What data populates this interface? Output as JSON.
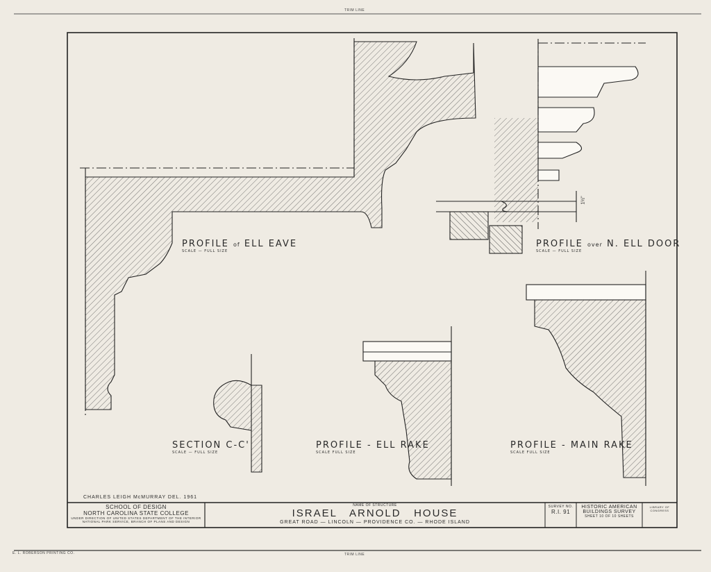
{
  "trim_line_label": "TRIM LINE",
  "printer_note": "E. L. ROBERSON PRINTING CO.",
  "drawings": {
    "ell_eave": {
      "title": "PROFILE",
      "connector": "of",
      "subject": "ELL EAVE",
      "scale": "SCALE — FULL SIZE"
    },
    "ell_door": {
      "title": "PROFILE",
      "connector": "over",
      "subject": "N. ELL DOOR",
      "scale": "SCALE — FULL SIZE",
      "dimension": "1½\""
    },
    "section": {
      "title": "SECTION C-C'",
      "scale": "SCALE — FULL SIZE"
    },
    "ell_rake": {
      "title": "PROFILE - ELL RAKE",
      "scale": "SCALE   FULL SIZE"
    },
    "main_rake": {
      "title": "PROFILE - MAIN RAKE",
      "scale": "SCALE   FULL SIZE"
    }
  },
  "title_block": {
    "delineator": "CHARLES LEIGH McMURRAY   DEL. 1961",
    "school": "SCHOOL OF DESIGN",
    "college": "NORTH CAROLINA STATE COLLEGE",
    "direction": "UNDER DIRECTION OF UNITED STATES DEPARTMENT OF THE INTERIOR",
    "service": "NATIONAL PARK SERVICE, BRANCH OF PLANS AND DESIGN",
    "name_label": "NAME OF STRUCTURE",
    "structure_name": "ISRAEL   ARNOLD   HOUSE",
    "location": "GREAT ROAD — LINCOLN — PROVIDENCE CO. — RHODE ISLAND",
    "survey_label": "SURVEY NO.",
    "survey_no": "R.I. 91",
    "habs_line1": "HISTORIC AMERICAN",
    "habs_line2": "BUILDINGS SURVEY",
    "sheet": "SHEET 10 OF 10 SHEETS",
    "library": "LIBRARY OF CONGRESS"
  }
}
